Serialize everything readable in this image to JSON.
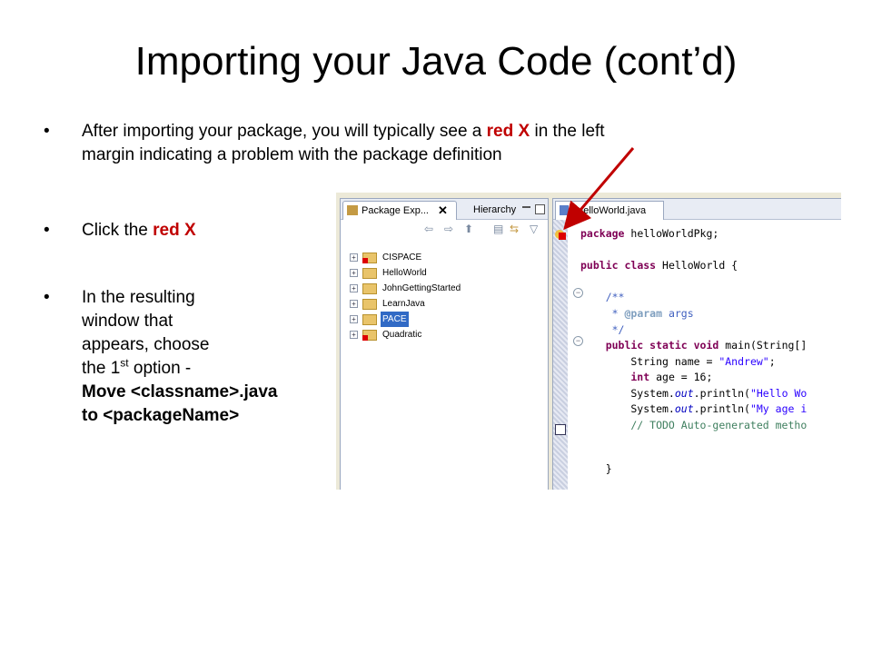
{
  "slide": {
    "title": "Importing your Java Code (cont’d)",
    "bullet_char": "•",
    "bullets": {
      "b1_part1": "After importing your package, you will typically see a ",
      "b1_red": "red X",
      "b1_part2": " in the left",
      "b1_line2": "margin indicating a problem with the package definition",
      "b2_part1": "Click the ",
      "b2_red": "red X",
      "b3_line1": "In the resulting",
      "b3_line2": "window that",
      "b3_line3": "appears, choose",
      "b3_line4a": "the 1",
      "b3_sup": "st",
      "b3_line4b": " option -",
      "b3_line5": "Move <classname>.java",
      "b3_line6": "to <packageName>"
    }
  },
  "package_explorer": {
    "tab_label": "Package Exp...",
    "close_glyph": "✕",
    "tab2_label": "Hierarchy",
    "items": [
      {
        "name": "CISPACE",
        "error": true
      },
      {
        "name": "HelloWorld",
        "error": false
      },
      {
        "name": "JohnGettingStarted",
        "error": false
      },
      {
        "name": "LearnJava",
        "error": false
      },
      {
        "name": "PACE",
        "error": false,
        "selected": true
      },
      {
        "name": "Quadratic",
        "error": true
      }
    ],
    "expand_glyph": "+"
  },
  "editor": {
    "tab_label": "*HelloWorld.java",
    "lines": {
      "l1_kw": "package",
      "l1_rest": " helloWorldPkg;",
      "l2_kw1": "public",
      "l2_kw2": " class",
      "l2_rest": " HelloWorld {",
      "l3": "    /**",
      "l4a": "     * ",
      "l4b": "@param",
      "l4c": " args",
      "l5": "     */",
      "l6_kw": "    public static void",
      "l6_rest": " main(String[]",
      "l7a": "        String name = ",
      "l7b": "\"Andrew\"",
      "l7c": ";",
      "l8_kw": "        int",
      "l8_rest": " age = 16;",
      "l9a": "        System.",
      "l9b": "out",
      "l9c": ".println(",
      "l9d": "\"Hello Wo",
      "l10a": "        System.",
      "l10b": "out",
      "l10c": ".println(",
      "l10d": "\"My age i",
      "l11": "        // TODO Auto-generated metho",
      "l12": "    }"
    }
  },
  "colors": {
    "accent_red": "#c00000",
    "arrow": "#c00000"
  }
}
